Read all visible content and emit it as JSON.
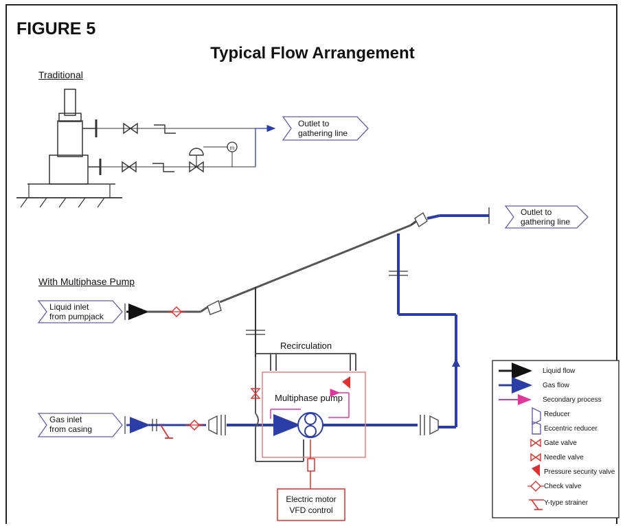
{
  "figure_label": "FIGURE 5",
  "title": "Typical Flow Arrangement",
  "sections": {
    "traditional": "Traditional",
    "multiphase": "With Multiphase Pump"
  },
  "tags": {
    "outlet_top_1": "Outlet to",
    "outlet_top_2": "gathering line",
    "outlet_mid_1": "Outlet to",
    "outlet_mid_2": "gathering line",
    "liquid_inlet_1": "Liquid inlet",
    "liquid_inlet_2": "from pumpjack",
    "gas_inlet_1": "Gas inlet",
    "gas_inlet_2": "from casing"
  },
  "labels": {
    "recirculation": "Recirculation",
    "pump": "Multiphase pump",
    "motor_1": "Electric motor",
    "motor_2": "VFD control"
  },
  "legend": [
    {
      "label": "Liquid flow",
      "icon": "liquid-flow-arrow"
    },
    {
      "label": "Gas flow",
      "icon": "gas-flow-arrow"
    },
    {
      "label": "Secondary process",
      "icon": "secondary-process-arrow"
    },
    {
      "label": "Reducer",
      "icon": "reducer-icon"
    },
    {
      "label": "Eccentric reducer",
      "icon": "eccentric-reducer-icon"
    },
    {
      "label": "Gate valve",
      "icon": "gate-valve-icon"
    },
    {
      "label": "Needle valve",
      "icon": "needle-valve-icon"
    },
    {
      "label": "Pressure security valve",
      "icon": "pressure-security-valve-icon"
    },
    {
      "label": "Check valve",
      "icon": "check-valve-icon"
    },
    {
      "label": "Y-type strainer",
      "icon": "y-type-strainer-icon"
    }
  ],
  "colors": {
    "liquid": "#3a3a3a",
    "gas": "#2b3ea8",
    "secondary": "#e0389a",
    "component": "#e03030",
    "pump_box": "#e88080",
    "tag_border": "#6a5aa8"
  }
}
